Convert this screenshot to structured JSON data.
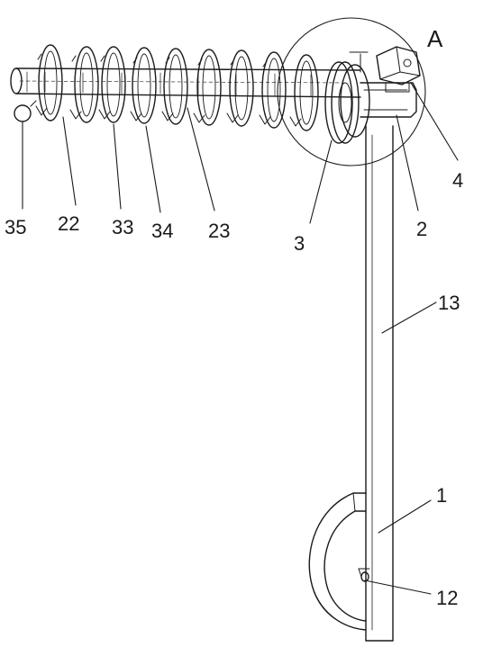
{
  "figure": {
    "detail_marker": "A",
    "labels": {
      "l35": "35",
      "l22": "22",
      "l33": "33",
      "l34": "34",
      "l23": "23",
      "l3": "3",
      "l2": "2",
      "l4": "4",
      "l13": "13",
      "l1": "1",
      "l12": "12"
    }
  }
}
